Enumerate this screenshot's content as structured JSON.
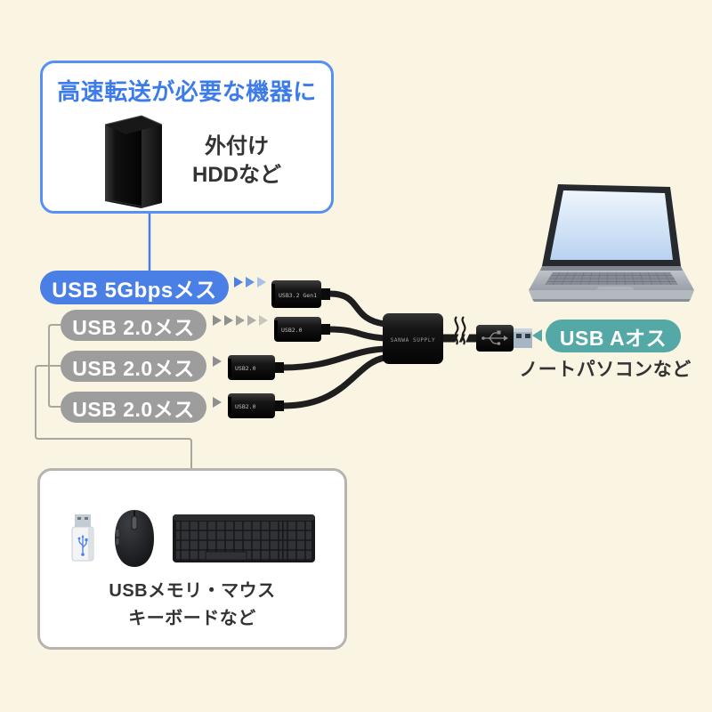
{
  "colors": {
    "background": "#faf4e3",
    "accent_blue": "#4a80e6",
    "blue_border": "#5591f0",
    "gray_pill": "#9d9d9d",
    "teal": "#54a8a5",
    "dark_text": "#333333",
    "connector_line_gray": "#aaa69d",
    "gray_box_border": "#b7b4ad"
  },
  "top_box": {
    "title": "高速転送が必要な機器に",
    "device": {
      "line1": "外付け",
      "line2": "HDDなど",
      "icon": "external-hdd-icon"
    }
  },
  "pills": {
    "fast": "USB 5Gbpsメス",
    "usb20": [
      "USB 2.0メス",
      "USB 2.0メス",
      "USB 2.0メス"
    ],
    "usb_a": "USB Aオス"
  },
  "product": {
    "ports": [
      "USB3.2 Gen1",
      "USB2.0",
      "USB2.0",
      "USB2.0"
    ],
    "brand": "SANWA SUPPLY"
  },
  "right": {
    "device_label": "ノートパソコンなど",
    "icon": "laptop-icon"
  },
  "bottom_box": {
    "label": {
      "line1": "USBメモリ・マウス",
      "line2": "キーボードなど"
    },
    "icons": [
      "usb-memory-icon",
      "mouse-icon",
      "keyboard-icon"
    ]
  }
}
